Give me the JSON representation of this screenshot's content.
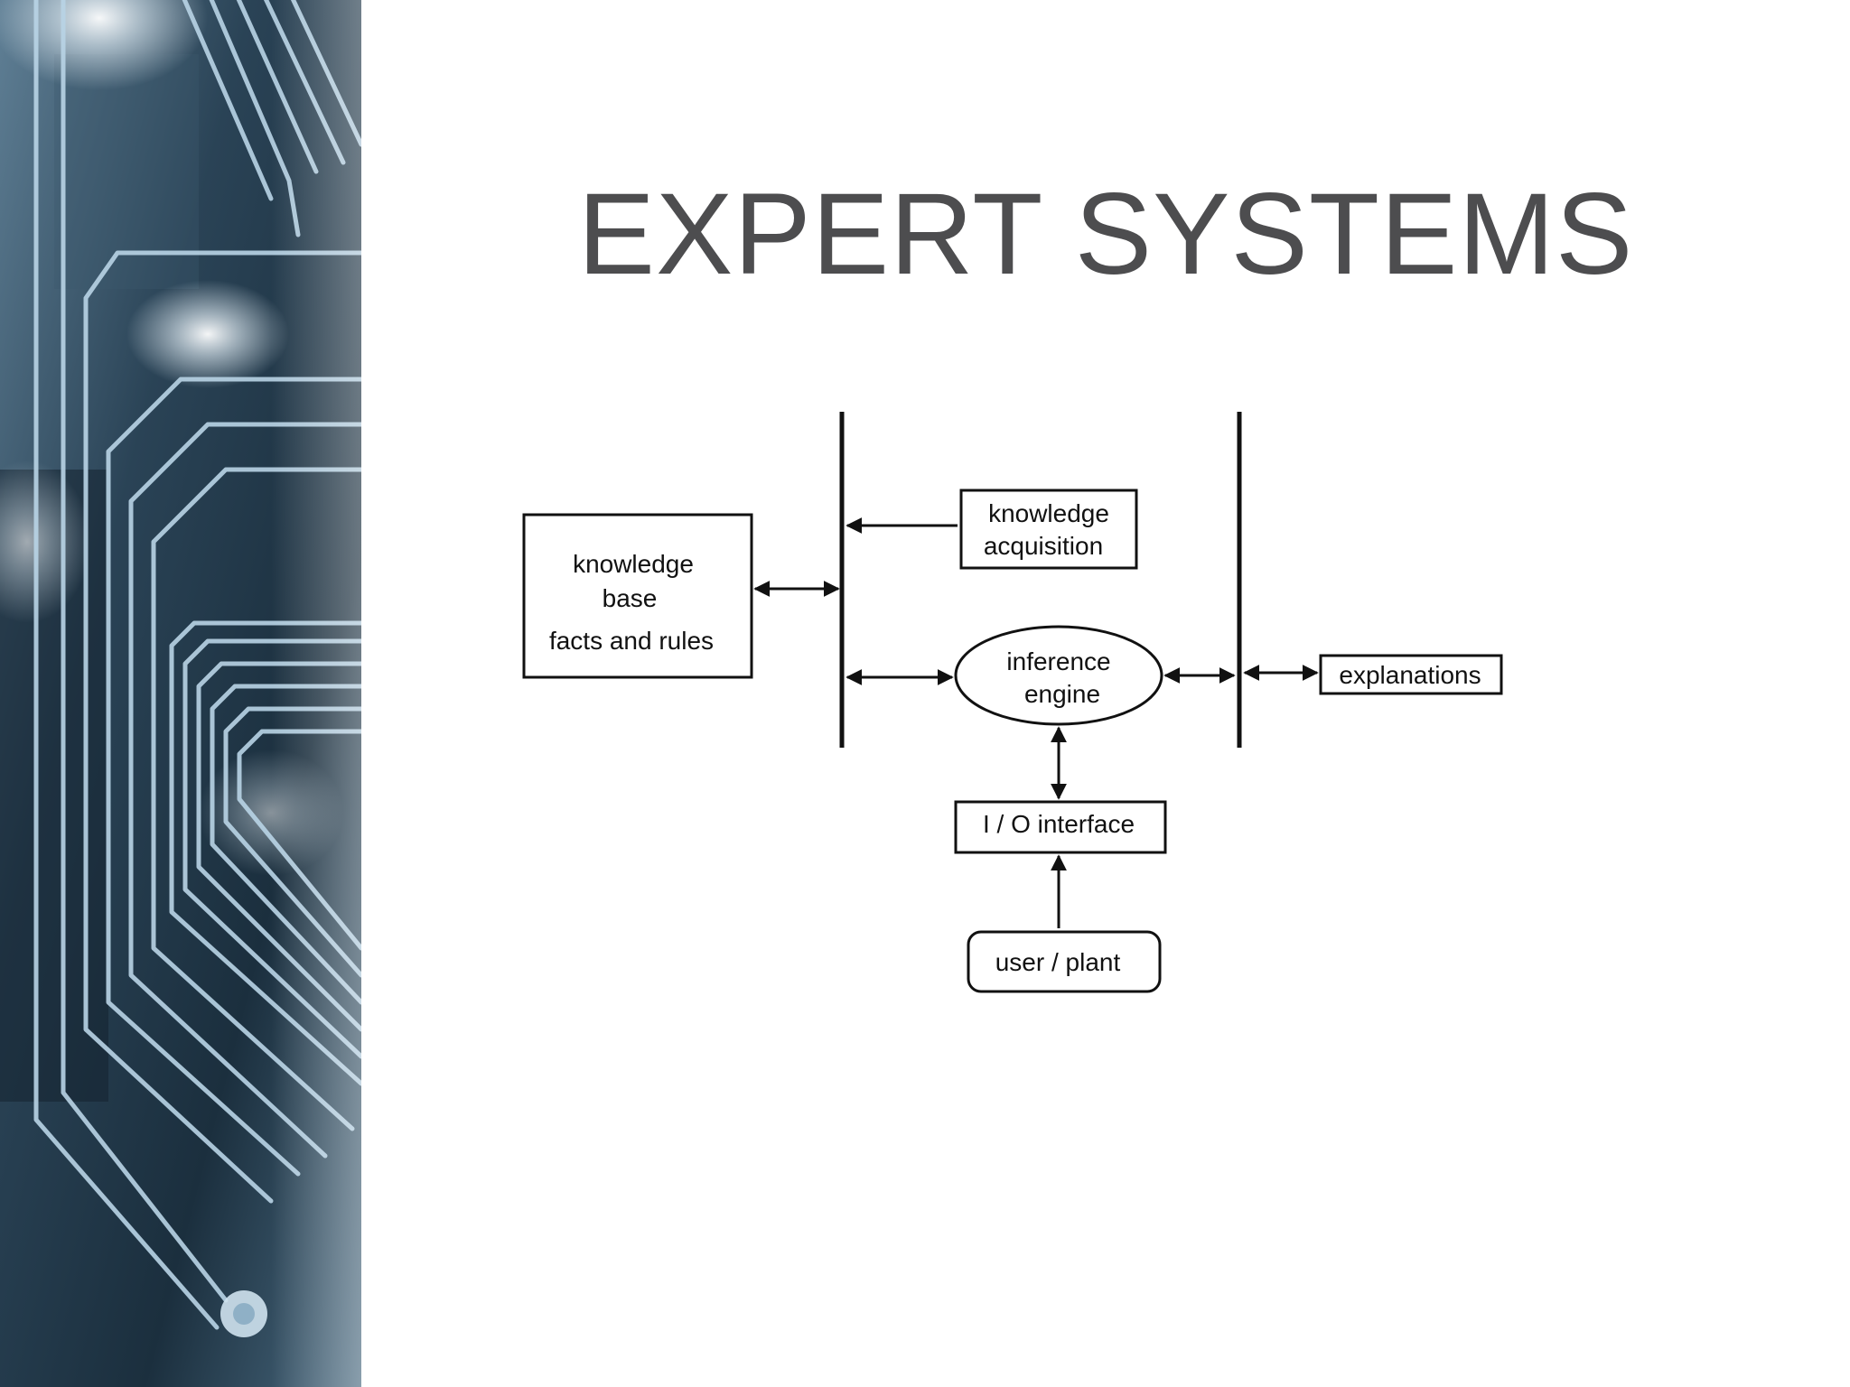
{
  "slide": {
    "title": "EXPERT SYSTEMS",
    "side_image": "circuit-board-image"
  },
  "diagram": {
    "nodes": {
      "knowledge_base": {
        "line1": "knowledge",
        "line2": "base",
        "line3": "facts and rules"
      },
      "knowledge_acquisition": {
        "line1": "knowledge",
        "line2": "acquisition"
      },
      "inference_engine": {
        "line1": "inference",
        "line2": "engine"
      },
      "explanations": {
        "label": "explanations"
      },
      "io_interface": {
        "label": "I / O interface"
      },
      "user_plant": {
        "label": "user / plant"
      }
    },
    "edges": [
      {
        "from": "knowledge_acquisition",
        "to": "left_bus",
        "direction": "one-way"
      },
      {
        "from": "knowledge_base",
        "to": "left_bus",
        "direction": "two-way"
      },
      {
        "from": "left_bus",
        "to": "inference_engine",
        "direction": "two-way"
      },
      {
        "from": "inference_engine",
        "to": "right_bus",
        "direction": "two-way"
      },
      {
        "from": "right_bus",
        "to": "explanations",
        "direction": "two-way"
      },
      {
        "from": "inference_engine",
        "to": "io_interface",
        "direction": "two-way"
      },
      {
        "from": "user_plant",
        "to": "io_interface",
        "direction": "one-way"
      }
    ]
  },
  "colors": {
    "title": "#4d4d4f",
    "diagram_stroke": "#111111",
    "panel_dark": "#1f3344",
    "panel_trace": "#b9d4e6"
  }
}
